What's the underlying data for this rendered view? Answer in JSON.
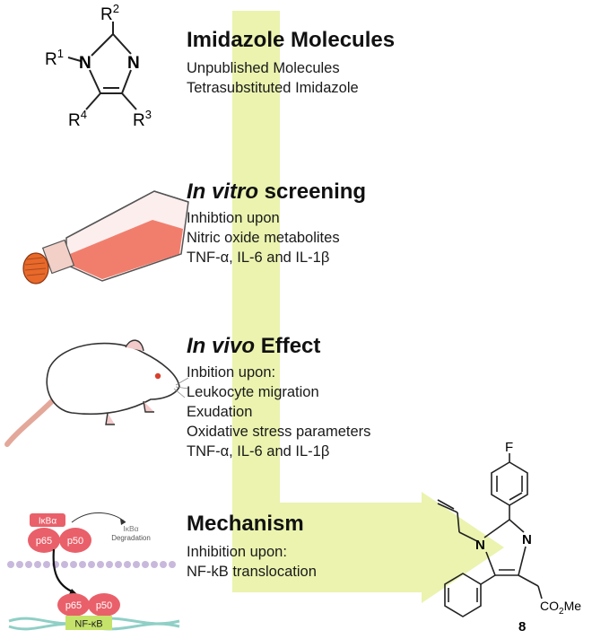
{
  "scaffold": {
    "r1": "R",
    "r1_sup": "1",
    "r2": "R",
    "r2_sup": "2",
    "r3": "R",
    "r3_sup": "3",
    "r4": "R",
    "r4_sup": "4",
    "n1": "N",
    "n3": "N"
  },
  "sections": [
    {
      "title_plain": "Imidazole Molecules",
      "lines": [
        "Unpublished Molecules",
        "Tetrasubstituted Imidazole"
      ]
    },
    {
      "title_italic": "In vitro",
      "title_rest": " screening",
      "lines": [
        "Inhibtion upon",
        "Nitric oxide metabolites",
        "TNF-α, IL-6 and IL-1β"
      ]
    },
    {
      "title_italic": "In vivo",
      "title_rest": " Effect",
      "lines": [
        "Inbition upon:",
        "Leukocyte migration",
        "Exudation",
        "Oxidative stress parameters",
        "TNF-α, IL-6 and IL-1β"
      ]
    },
    {
      "title_plain": "Mechanism",
      "lines": [
        "Inhibition upon:",
        "NF-kB translocation"
      ]
    }
  ],
  "mechanism_panel": {
    "ikba": "IκBα",
    "p65": "p65",
    "p50": "p50",
    "ikba_small": "IκBα",
    "degradation": "Degradation",
    "nfkb": "NF-κB"
  },
  "compound": {
    "fluoro": "F",
    "n_ring": "N",
    "n_ring2": "N",
    "ester": "CO",
    "ester_sub": "2",
    "ester_me": "Me",
    "label": "8"
  },
  "colors": {
    "arrow": "#e9f2a6",
    "flask_medium": "#ef6a56",
    "cap": "#e8692a",
    "protein": "#e9606a",
    "membrane": "#c8b9dc",
    "nfkb_box": "#c5e26a"
  }
}
